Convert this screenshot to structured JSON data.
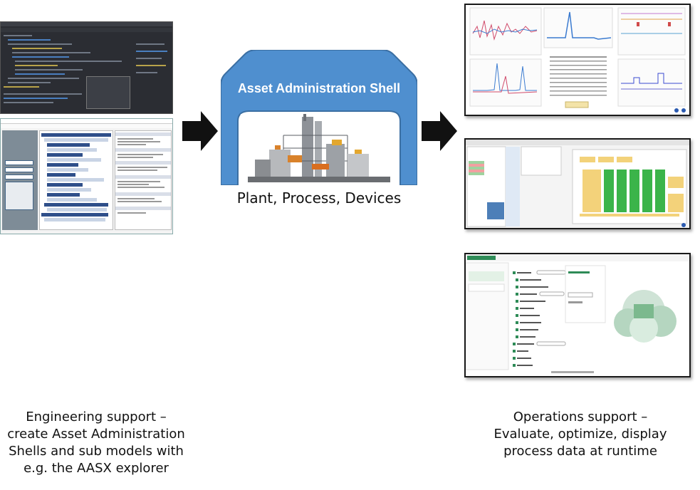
{
  "center": {
    "title": "Asset Administration Shell",
    "caption": "Plant, Process, Devices",
    "shell_color": "#4f8fcf",
    "shell_border": "#3b6fa3"
  },
  "captions": {
    "left": [
      "Engineering support –",
      "create Asset Administration",
      "Shells and sub models with",
      "e.g. the AASX explorer"
    ],
    "right": [
      "Operations support –",
      "Evaluate, optimize, display",
      "process data at runtime"
    ]
  },
  "screenshots": {
    "left_top": "code-editor-screenshot",
    "left_bottom": "aasx-package-explorer-screenshot",
    "right_top": "process-charts-dashboard-screenshot",
    "right_middle": "plant-layout-visualization-screenshot",
    "right_bottom": "submodel-browser-screenshot"
  },
  "arrows": [
    "left-arrow",
    "right-arrow"
  ]
}
